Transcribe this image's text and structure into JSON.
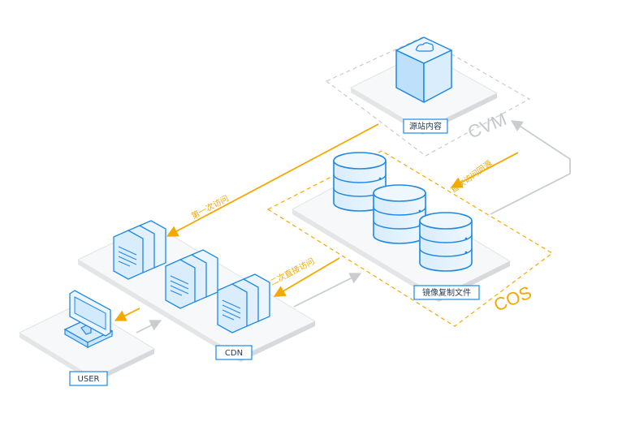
{
  "nodes": {
    "origin": "源站内容",
    "cdn": "CDN",
    "user": "USER",
    "mirror": "镜像复制文件"
  },
  "zones": {
    "cvm": "CVM",
    "cos": "COS"
  },
  "flows": {
    "first_visit": "第一次访问",
    "second_visit": "二次直接访问",
    "first_back_to_source": "首次访问回源"
  },
  "colors": {
    "blue": "#1e88e5",
    "orange": "#f5a800",
    "gray": "#cfd3d6",
    "platform": "#e6e8ea"
  },
  "icons": [
    "server-cloud-icon",
    "database-icon",
    "server-rack-icon",
    "monitor-icon"
  ]
}
